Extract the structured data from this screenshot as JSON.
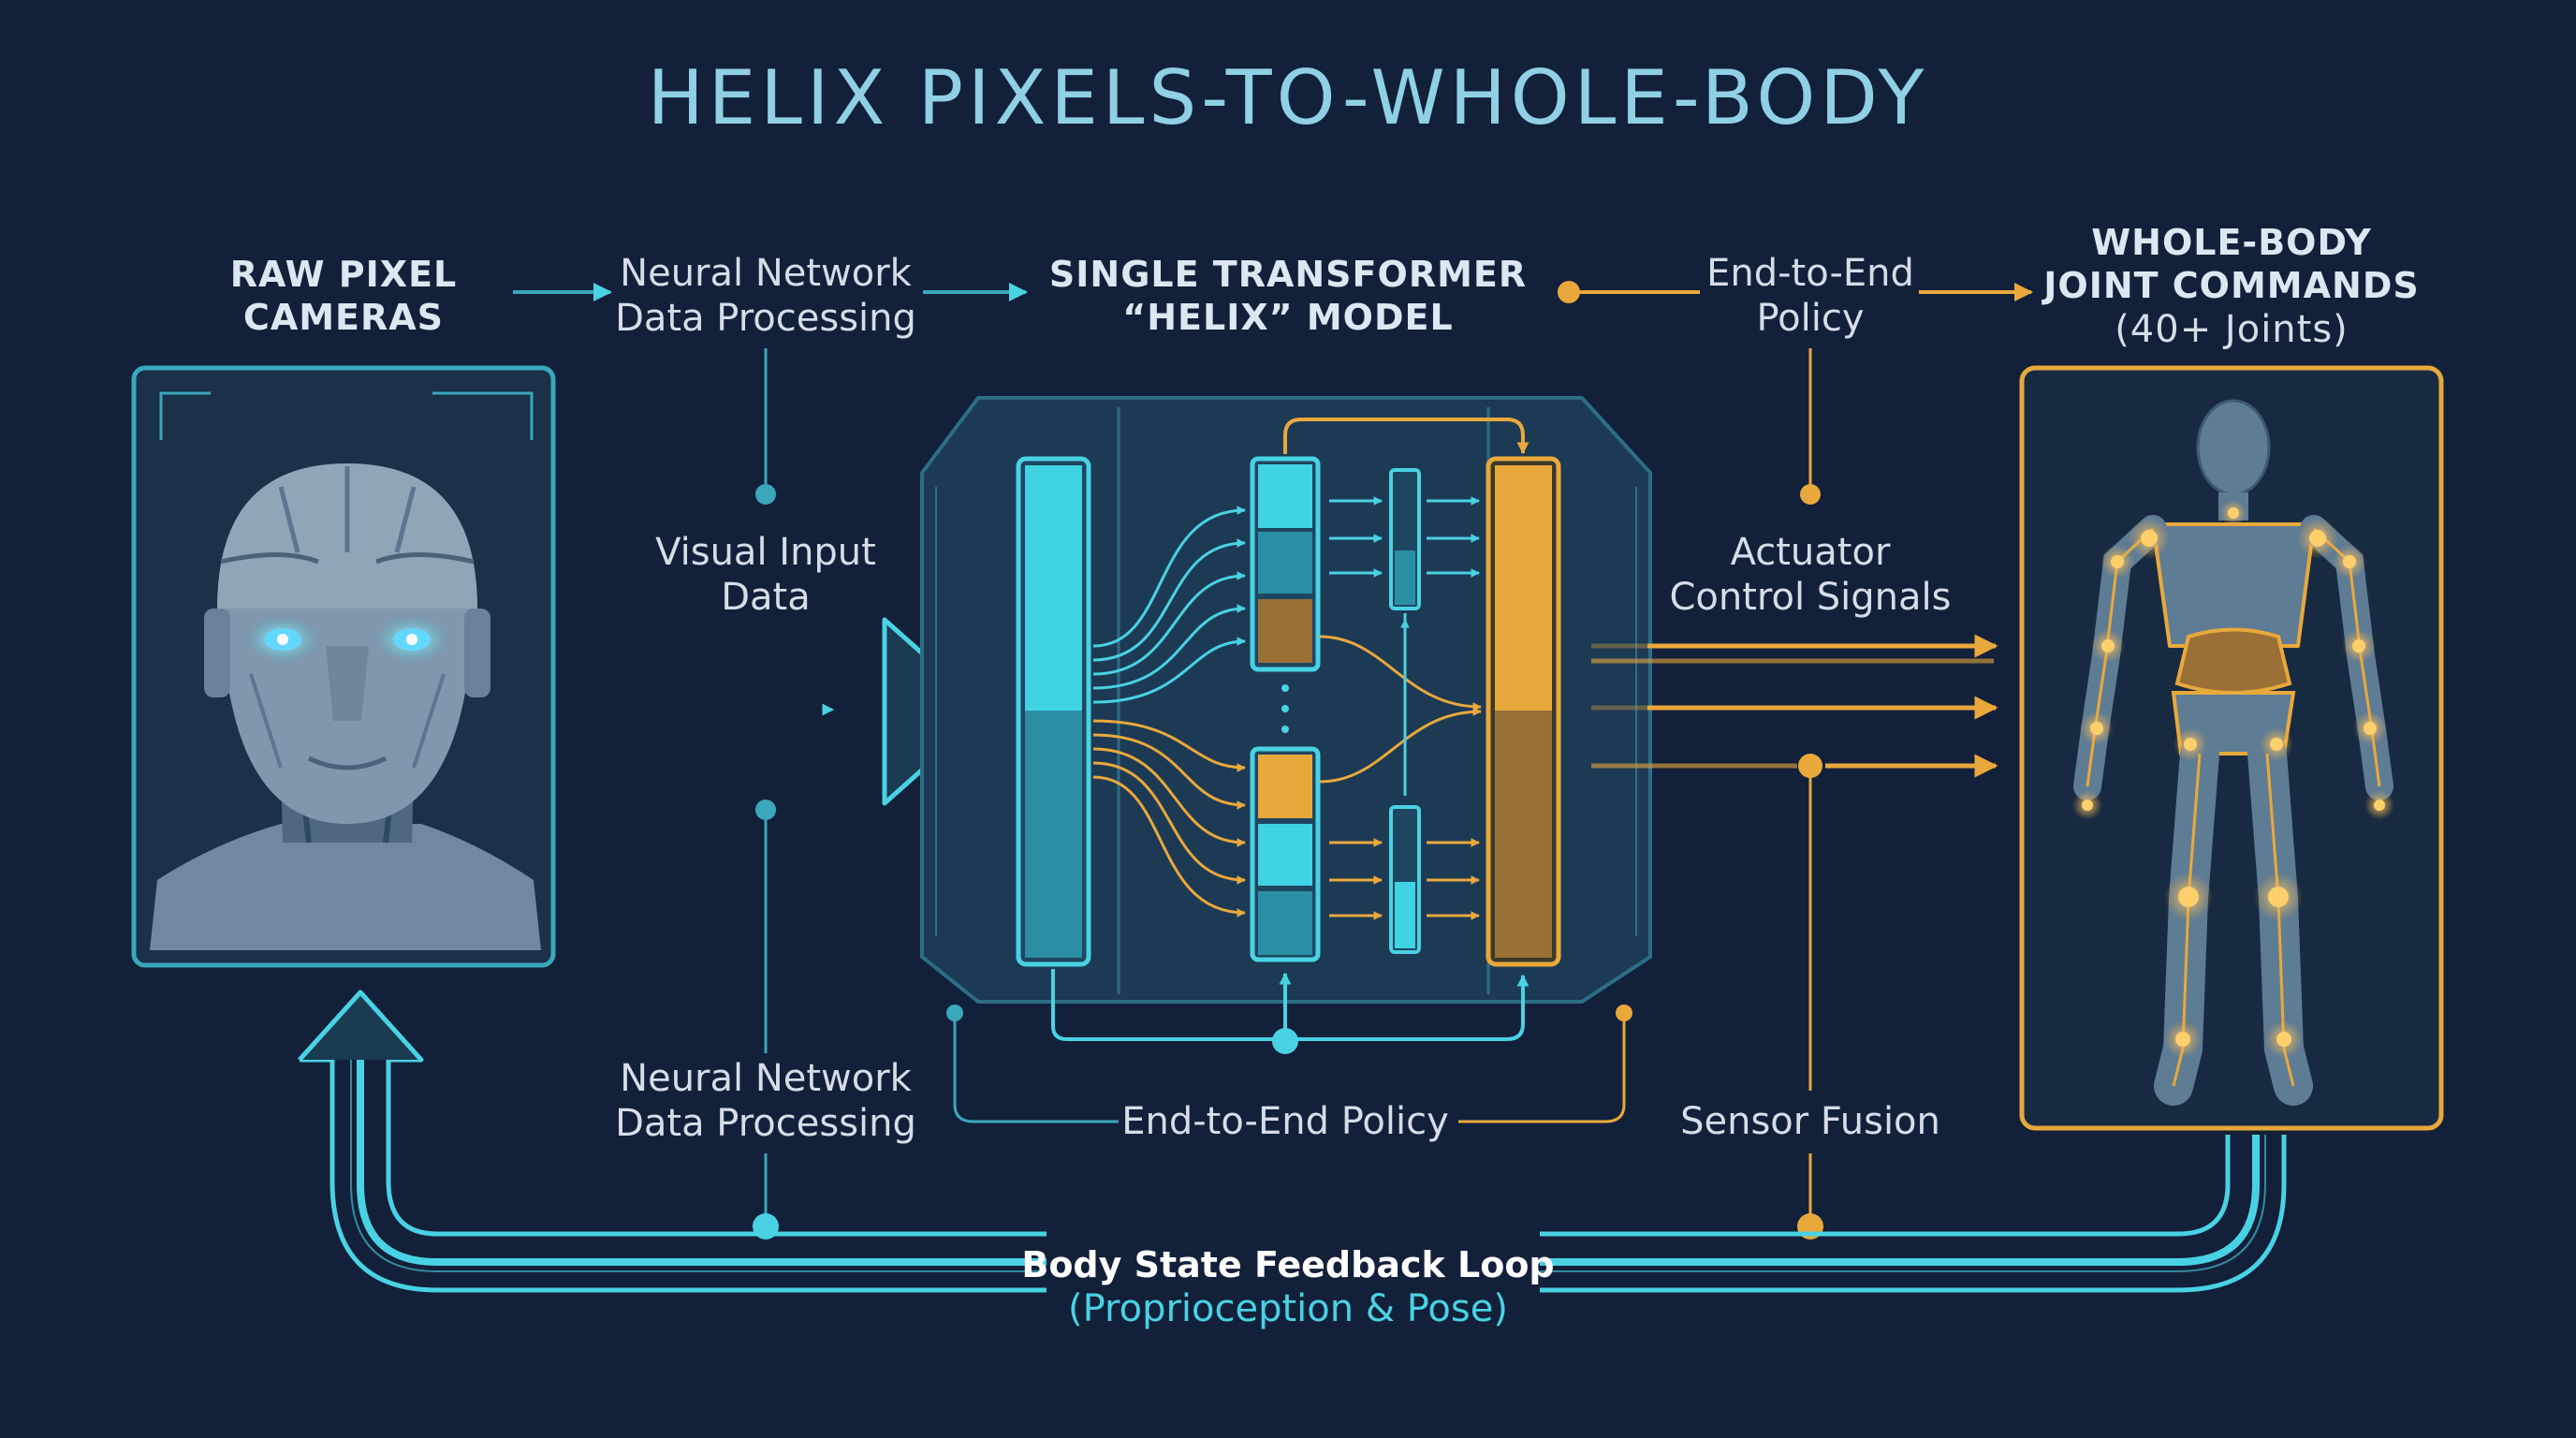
{
  "title": "HELIX PIXELS-TO-WHOLE-BODY",
  "stages": {
    "cameras": {
      "line1": "RAW PIXEL",
      "line2": "CAMERAS"
    },
    "nn_processing_top": {
      "line1": "Neural Network",
      "line2": "Data Processing"
    },
    "transformer": {
      "line1": "SINGLE TRANSFORMER",
      "line2": "“HELIX” MODEL"
    },
    "e2e_policy_top": {
      "line1": "End-to-End",
      "line2": "Policy"
    },
    "joint_commands": {
      "line1": "WHOLE-BODY",
      "line2": "JOINT COMMANDS",
      "line3": "(40+ Joints)"
    }
  },
  "labels": {
    "visual_input": {
      "line1": "Visual Input",
      "line2": "Data"
    },
    "actuator": {
      "line1": "Actuator",
      "line2": "Control Signals"
    },
    "nn_processing_bottom": {
      "line1": "Neural Network",
      "line2": "Data Processing"
    },
    "e2e_policy_bottom": "End-to-End Policy",
    "sensor_fusion": "Sensor Fusion"
  },
  "feedback": {
    "title": "Body State Feedback Loop",
    "subtitle": "(Proprioception & Pose)"
  },
  "colors": {
    "background": "#13203a",
    "cyan": "#49d2e3",
    "orange": "#e9a83c",
    "title": "#8fd0e4"
  },
  "icons": [
    "robot-head-icon",
    "humanoid-body-icon",
    "transformer-block-icon"
  ]
}
